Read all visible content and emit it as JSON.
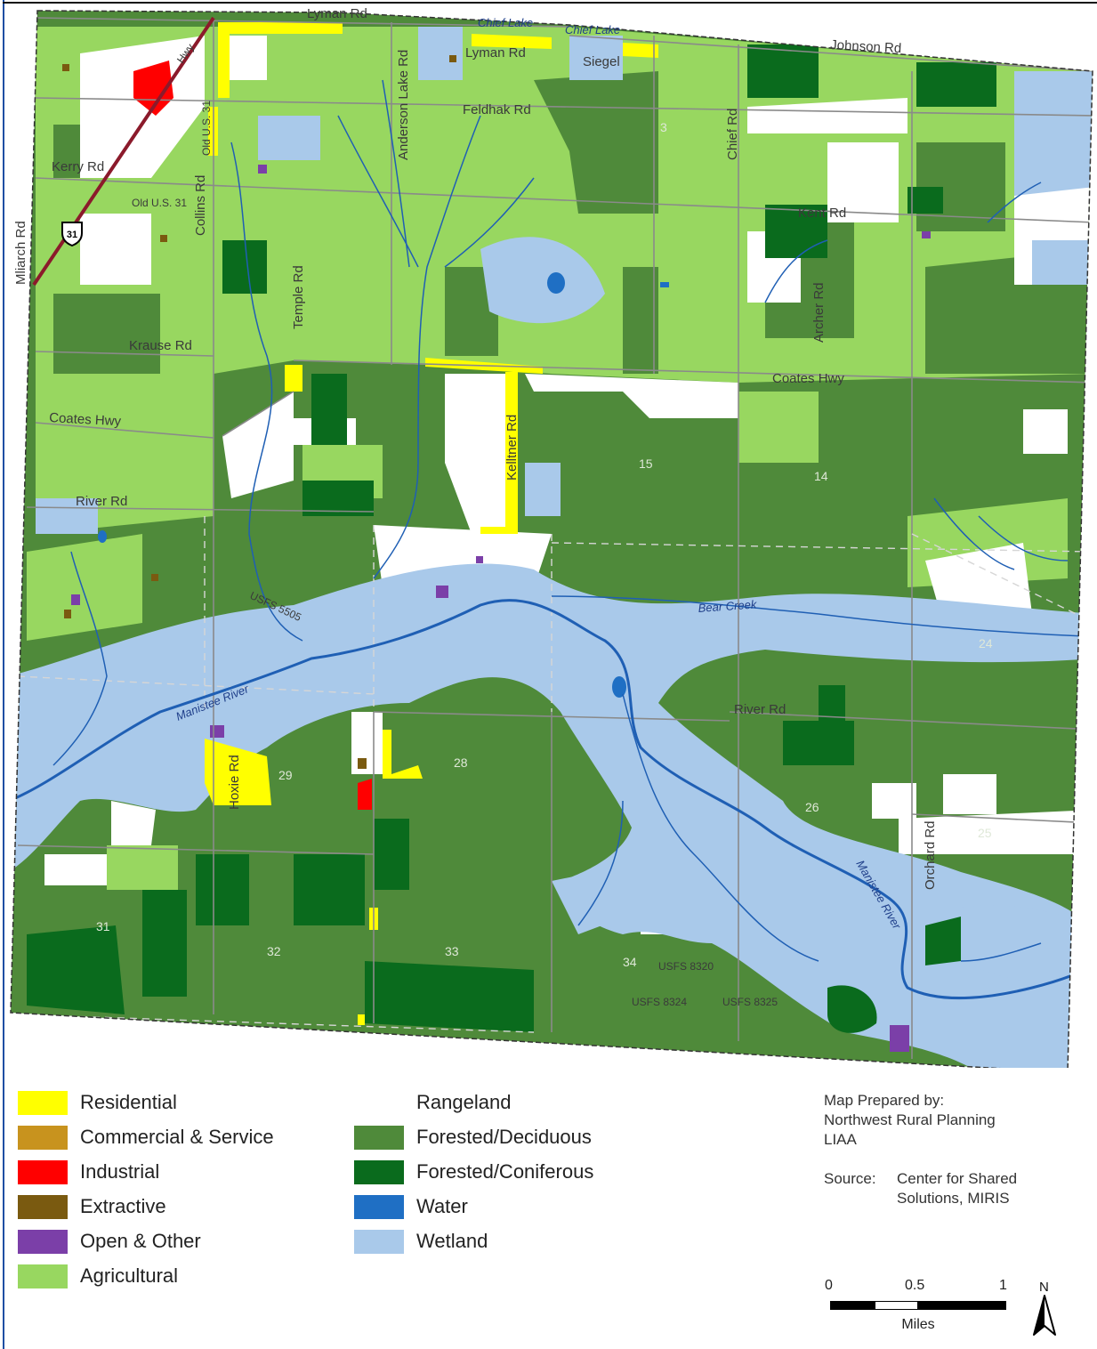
{
  "colors": {
    "residential": "#ffff00",
    "commercial": "#c8931e",
    "industrial": "#ff0000",
    "extractive": "#7a5a10",
    "open_other": "#7b3fa8",
    "agricultural": "#98d760",
    "rangeland": "#ffffff",
    "deciduous": "#4f8a3a",
    "coniferous": "#0a6b1d",
    "water": "#1f6fc4",
    "wetland": "#a9c9ea",
    "road": "#8a8a8a",
    "highway": "#8b1a2b"
  },
  "map": {
    "roads": {
      "lyman_rd_n": "Lyman Rd",
      "chief_lake_1": "Chief Lake",
      "chief_lake_2": "Chief Lake",
      "lyman_rd_s": "Lyman Rd",
      "johnson_rd": "Johnson Rd",
      "siegel": "Siegel",
      "feldhak_rd": "Feldhak Rd",
      "kerry_rd": "Kerry Rd",
      "old_us31": "Old U.S. 31",
      "collins_rd": "Collins Rd",
      "old_us31_v": "Old U.S. 31",
      "anderson_lake_rd": "Anderson Lake Rd",
      "chief_rd": "Chief Rd",
      "kent_rd": "Kent Rd",
      "archer_rd": "Archer Rd",
      "mliarch_rd": "Mliarch Rd",
      "us31_shield": "31",
      "krause_rd": "Krause Rd",
      "temple_rd": "Temple Rd",
      "coates_hwy": "Coates Hwy",
      "coates_hwy_e": "Coates Hwy",
      "river_rd": "River Rd",
      "kelltner_rd": "Kelltner Rd",
      "bear_creek": "Bear Creek",
      "manistee_river": "Manistee River",
      "manistee_river_2": "Manistee River",
      "river_rd_s": "River Rd",
      "hoxie_rd": "Hoxie Rd",
      "hwy_lbl": "Hwy",
      "usfs_5505": "USFS 5505",
      "usfs_8320": "USFS 8320",
      "usfs_8324": "USFS 8324",
      "usfs_8325": "USFS 8325",
      "orchard_rd": "Orchard Rd"
    },
    "sections": [
      {
        "id": "s3",
        "label": "3"
      },
      {
        "id": "s15",
        "label": "15"
      },
      {
        "id": "s14",
        "label": "14"
      },
      {
        "id": "s24",
        "label": "24"
      },
      {
        "id": "s28",
        "label": "28"
      },
      {
        "id": "s29",
        "label": "29"
      },
      {
        "id": "s26",
        "label": "26"
      },
      {
        "id": "s25",
        "label": "25"
      },
      {
        "id": "s31",
        "label": "31"
      },
      {
        "id": "s32",
        "label": "32"
      },
      {
        "id": "s33",
        "label": "33"
      },
      {
        "id": "s34",
        "label": "34"
      }
    ]
  },
  "legend": {
    "left": [
      {
        "label": "Residential",
        "color": "#ffff00"
      },
      {
        "label": "Commercial & Service",
        "color": "#c8931e"
      },
      {
        "label": "Industrial",
        "color": "#ff0000"
      },
      {
        "label": "Extractive",
        "color": "#7a5a10"
      },
      {
        "label": "Open & Other",
        "color": "#7b3fa8"
      },
      {
        "label": "Agricultural",
        "color": "#98d760"
      }
    ],
    "right": [
      {
        "label": "Rangeland",
        "color": "#ffffff"
      },
      {
        "label": "Forested/Deciduous",
        "color": "#4f8a3a"
      },
      {
        "label": "Forested/Coniferous",
        "color": "#0a6b1d"
      },
      {
        "label": "Water",
        "color": "#1f6fc4"
      },
      {
        "label": "Wetland",
        "color": "#a9c9ea"
      }
    ]
  },
  "credit": {
    "line1": "Map Prepared by:",
    "line2": "Northwest Rural Planning",
    "line3": "LIAA",
    "source_label": "Source:",
    "source_line1": "Center for Shared",
    "source_line2": "Solutions, MIRIS"
  },
  "scale": {
    "tick0": "0",
    "tick1": "0.5",
    "tick2": "1",
    "units": "Miles",
    "north": "N"
  }
}
